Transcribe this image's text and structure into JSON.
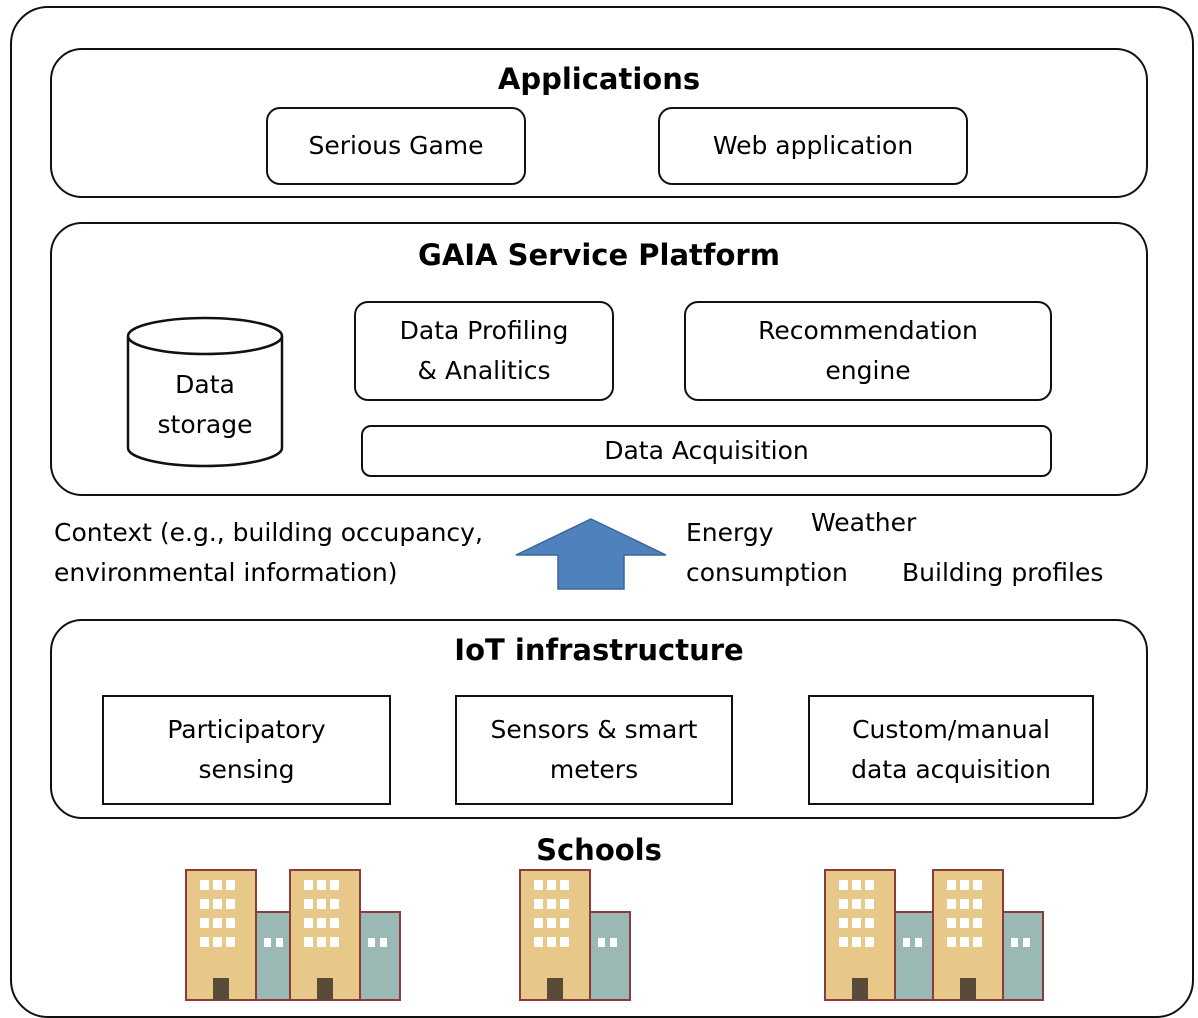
{
  "applications": {
    "title": "Applications",
    "items": [
      "Serious Game",
      "Web application"
    ]
  },
  "platform": {
    "title": "GAIA Service Platform",
    "storage": [
      "Data",
      "storage"
    ],
    "profiling": [
      "Data Profiling",
      "& Analitics"
    ],
    "recommendation": [
      "Recommendation",
      "engine"
    ],
    "acquisition": "Data Acquisition"
  },
  "flow": {
    "context": [
      "Context (e.g., building occupancy,",
      "environmental information)"
    ],
    "energy": [
      "Energy",
      "consumption"
    ],
    "weather": "Weather",
    "building_profiles": "Building profiles",
    "arrow_color": "#4f81bd"
  },
  "iot": {
    "title": "IoT infrastructure",
    "participatory": [
      "Participatory",
      "sensing"
    ],
    "sensors": [
      "Sensors & smart",
      "meters"
    ],
    "custom": [
      "Custom/manual",
      "data acquisition"
    ]
  },
  "schools": {
    "title": "Schools",
    "building_color": "#e8c889",
    "annex_color": "#9ab8b4",
    "window_color": "#ffffff",
    "outline_color": "#8a3b3b"
  }
}
